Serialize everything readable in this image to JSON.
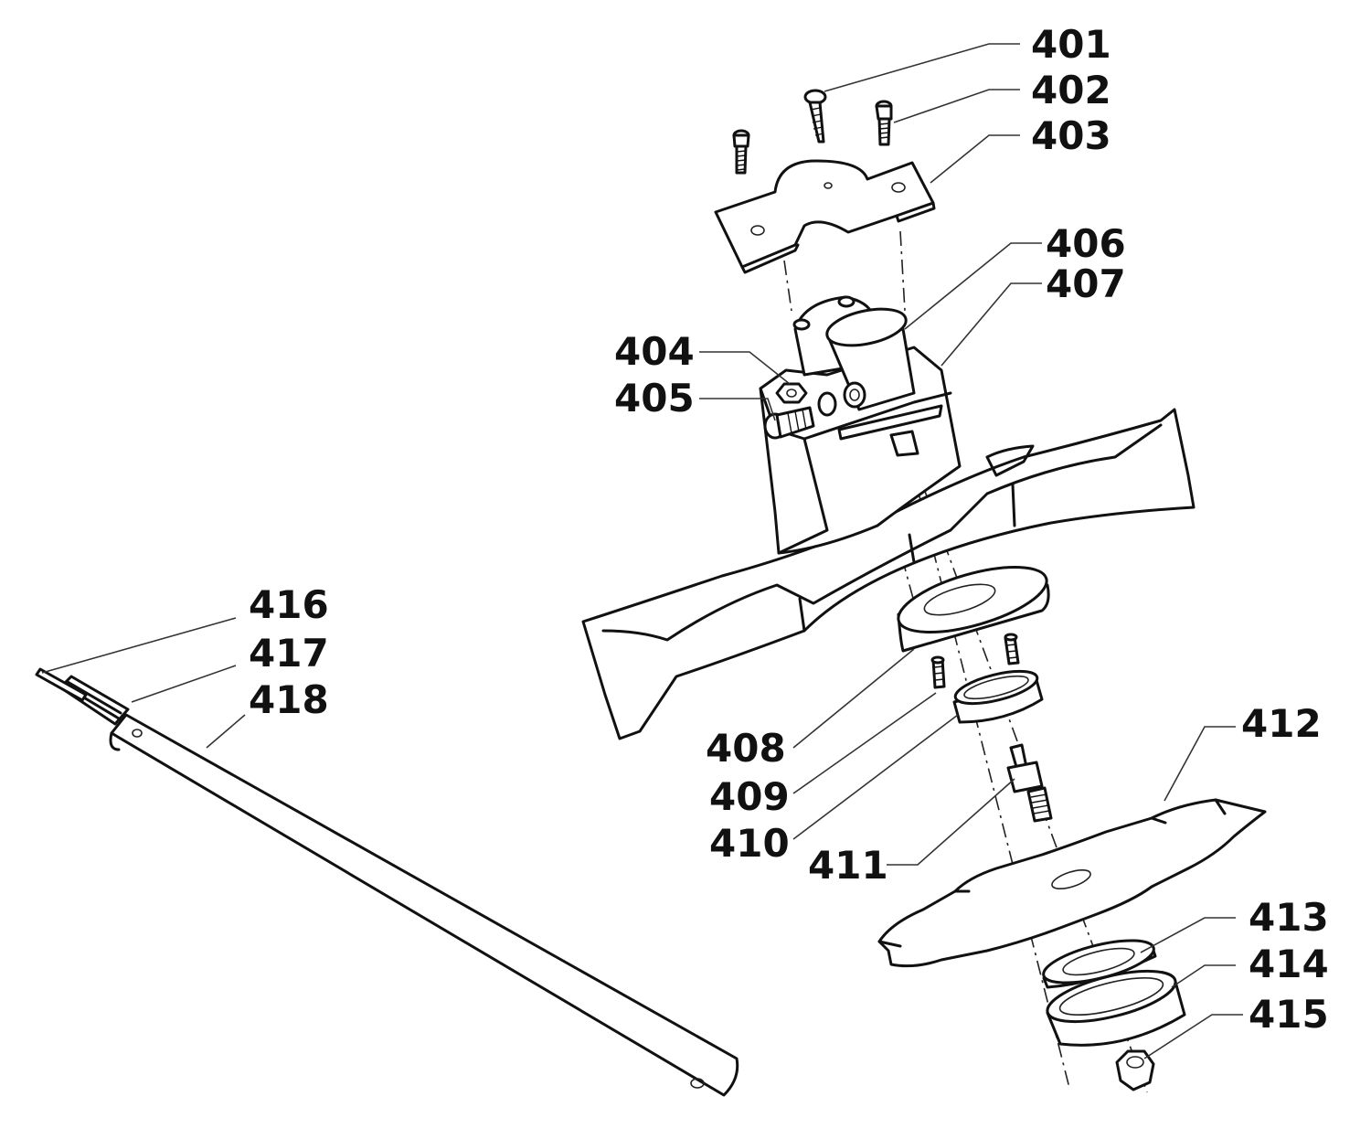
{
  "diagram": {
    "part_numbers": {
      "p401": "401",
      "p402": "402",
      "p403": "403",
      "p404": "404",
      "p405": "405",
      "p406": "406",
      "p407": "407",
      "p408": "408",
      "p409": "409",
      "p410": "410",
      "p411": "411",
      "p412": "412",
      "p413": "413",
      "p414": "414",
      "p415": "415",
      "p416": "416",
      "p417": "417",
      "p418": "418"
    }
  }
}
